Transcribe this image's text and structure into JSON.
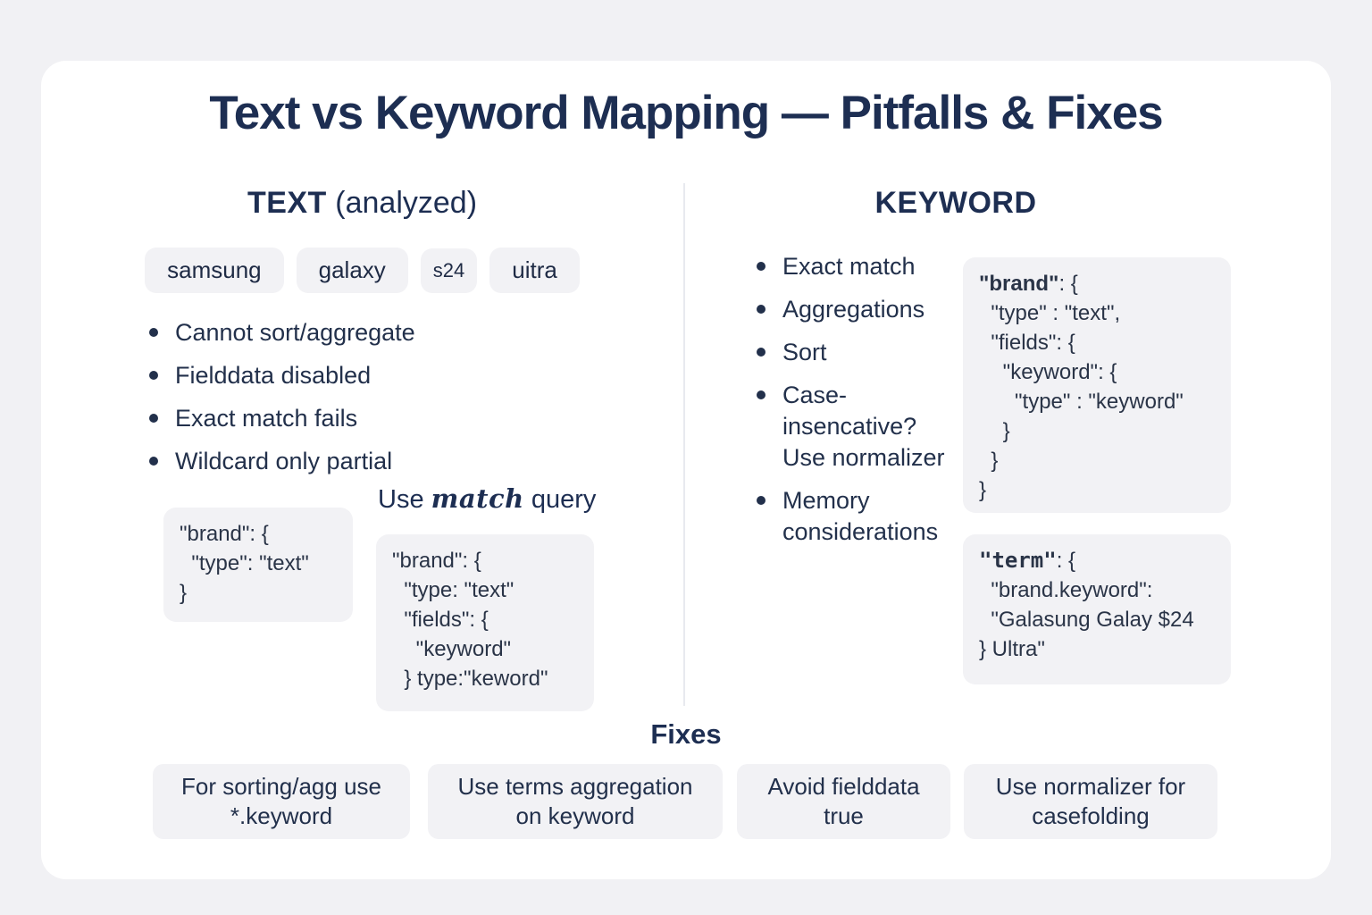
{
  "page": {
    "title": "Text vs Keyword Mapping — Pitfalls & Fixes"
  },
  "colors": {
    "navy": "#1d2e52",
    "body_text": "#26334d",
    "panel_bg": "#f2f2f5",
    "page_bg": "#f1f1f4",
    "card_bg": "#ffffff"
  },
  "text_column": {
    "heading_strong": "TEXT",
    "heading_rest": " (analyzed)",
    "tokens": [
      "samsung",
      "galaxy",
      "s24",
      "uitra"
    ],
    "pitfalls": [
      "Cannot sort/aggregate",
      "Fielddata disabled",
      "Exact match fails",
      "Wildcard only partial"
    ],
    "mapping_code": "\"brand\": {\n  \"type\": \"text\"\n}",
    "match_label": {
      "prefix": "Use ",
      "emphasis": "match",
      "suffix": " query"
    },
    "match_code": "\"brand\": {\n  \"type: \"text\"\n  \"fields\": {\n    \"keyword\"\n  } type:\"keword\""
  },
  "keyword_column": {
    "heading": "KEYWORD",
    "benefits": [
      "Exact match",
      "Aggregations",
      "Sort",
      "Case-\ninsencative?\nUse normalizer",
      "Memory\nconsiderations"
    ],
    "mapping_code": {
      "key": "\"brand\"",
      "head": ": {",
      "body": "\n  \"type\" : \"text\",\n  \"fields\": {\n    \"keyword\": {\n      \"type\" : \"keyword\"\n    }\n  }\n}"
    },
    "term_code": {
      "key": "\"term\"",
      "head": ": {",
      "body": "\n  \"brand.keyword\":\n  \"Galasung Galay $24\n} Ultra\""
    }
  },
  "fixes": {
    "heading": "Fixes",
    "items": [
      "For sorting/agg use\n*.keyword",
      "Use terms aggregation\non keyword",
      "Avoid fielddata\ntrue",
      "Use normalizer for\ncasefolding"
    ]
  }
}
